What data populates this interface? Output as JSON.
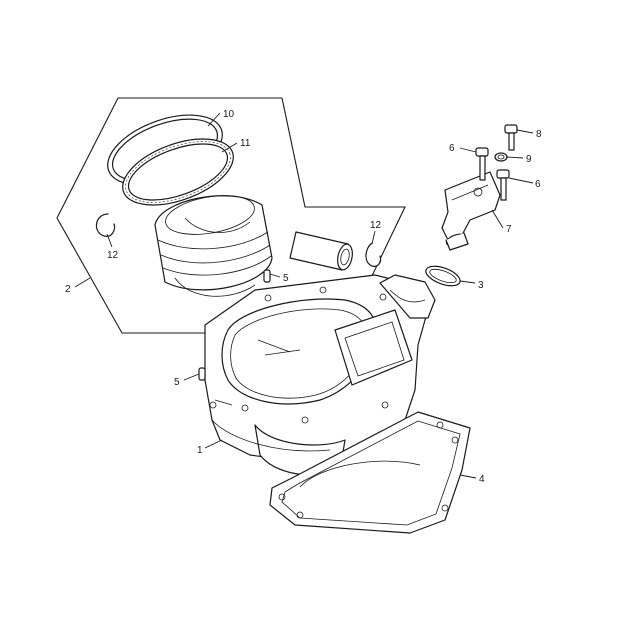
{
  "callouts": {
    "c1": "1",
    "c2": "2",
    "c3": "3",
    "c4": "4",
    "c5a": "5",
    "c5b": "5",
    "c6a": "6",
    "c6b": "6",
    "c7": "7",
    "c8": "8",
    "c9": "9",
    "c10": "10",
    "c11": "11",
    "c12a": "12",
    "c12b": "12"
  }
}
